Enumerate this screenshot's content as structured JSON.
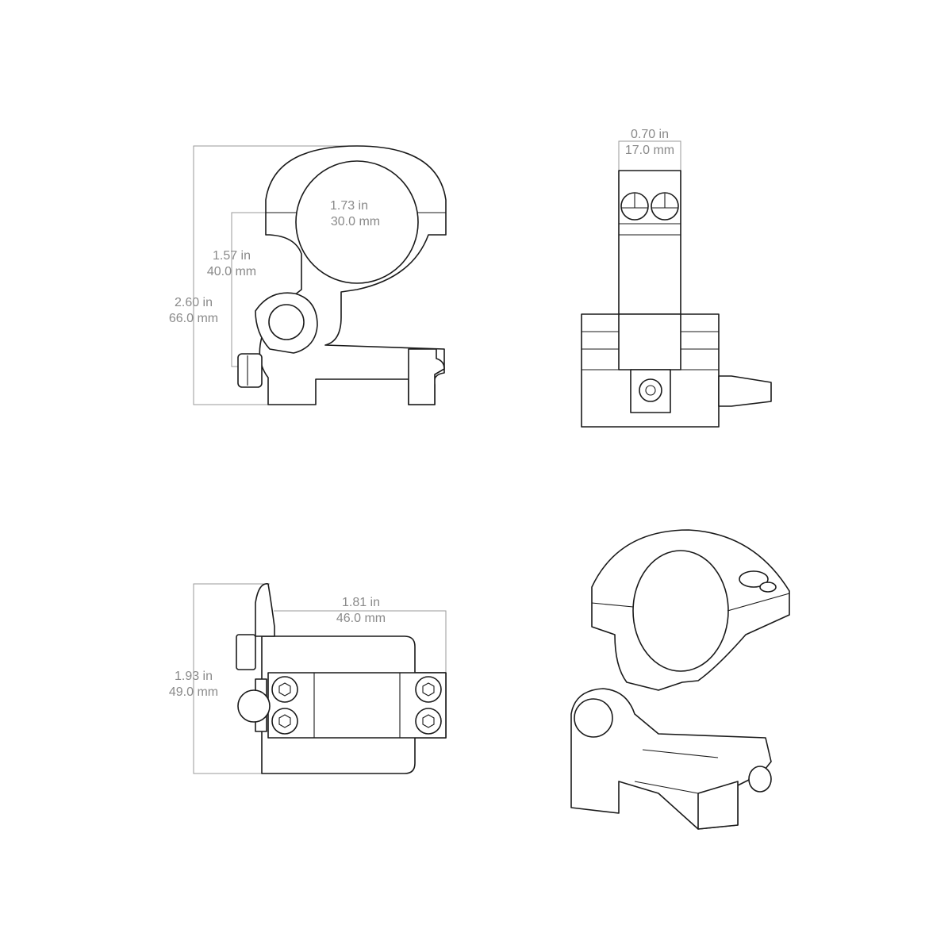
{
  "dimensions": {
    "side_height": {
      "in": "2.60 in",
      "mm": "66.0 mm"
    },
    "ring_center_height": {
      "in": "1.57 in",
      "mm": "40.0 mm"
    },
    "ring_diameter": {
      "in": "1.73 in",
      "mm": "30.0 mm"
    },
    "ring_width": {
      "in": "0.70 in",
      "mm": "17.0 mm"
    },
    "base_length": {
      "in": "1.81 in",
      "mm": "46.0 mm"
    },
    "base_width": {
      "in": "1.93 in",
      "mm": "49.0 mm"
    }
  },
  "colors": {
    "line": "#1a1a1a",
    "dimension": "#9a9a9a",
    "text": "#8a8a8a"
  }
}
